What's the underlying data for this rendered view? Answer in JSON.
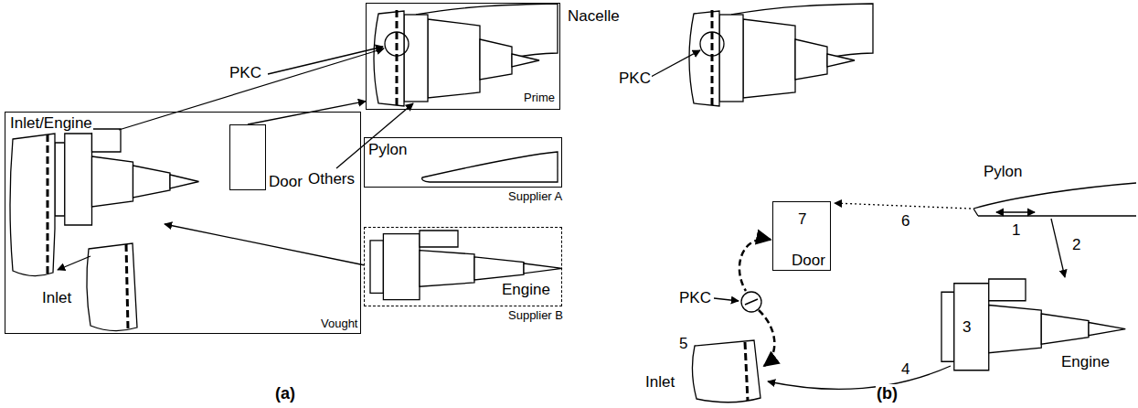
{
  "diagram": {
    "nodes": [
      {
        "text": [
          "Nacelle",
          "Prime"
        ]
      },
      {
        "text": [
          "Vought"
        ]
      },
      {
        "text": [
          "Door"
        ],
        "in": 1
      },
      {
        "text": [
          "Pylon",
          "Supplier A"
        ]
      },
      {
        "text": [
          "Engine",
          "Supplier B"
        ]
      },
      {
        "text": [
          "Door"
        ]
      }
    ],
    "edges": [
      {
        "from": 2,
        "to": 0,
        "arrow": "to"
      },
      {
        "from": 4,
        "to": 1,
        "arrow": "to"
      }
    ],
    "labels": [
      "PKC",
      "Inlet/Engine",
      "Others",
      "Inlet",
      "(a)",
      "PKC",
      "Pylon",
      "1",
      "2",
      "3",
      "Engine",
      "4",
      "5",
      "Inlet",
      "6",
      "7",
      "PKC",
      "(b)"
    ]
  }
}
